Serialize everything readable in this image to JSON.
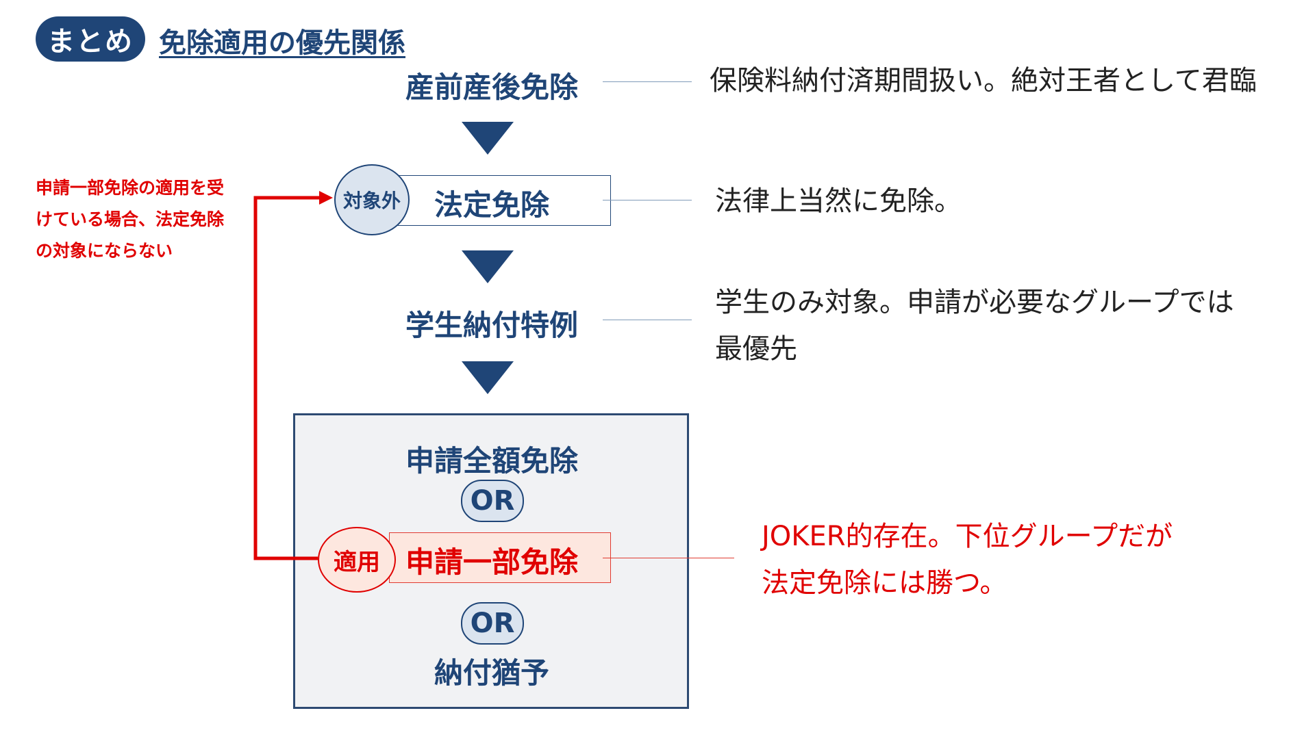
{
  "header": {
    "badge": "まとめ",
    "title": "免除適用の優先関係"
  },
  "levels": {
    "maternity": {
      "label": "産前産後免除",
      "description": "保険料納付済期間扱い。絶対王者として君臨"
    },
    "legal": {
      "label": "法定免除",
      "badge": "対象外",
      "description": "法律上当然に免除。"
    },
    "student": {
      "label": "学生納付特例",
      "description_lines": [
        "学生のみ対象。申請が必要なグループでは",
        "最優先"
      ]
    },
    "application_group": {
      "full": "申請全額免除",
      "or1": "OR",
      "partial": {
        "label": "申請一部免除",
        "badge": "適用",
        "description_lines": [
          "JOKER的存在。下位グループだが",
          "法定免除には勝つ。"
        ]
      },
      "or2": "OR",
      "deferral": "納付猶予"
    }
  },
  "note": {
    "lines": [
      "申請一部免除の適用を受",
      "けている場合、法定免除",
      "の対象にならない"
    ]
  },
  "colors": {
    "navy": "#1f4577",
    "red": "#e00000",
    "pale_blue": "#dbe4ef",
    "pale_red": "#fde7df",
    "group_bg": "#f1f2f4"
  },
  "icons": [
    "down-triangle-icon",
    "red-arrow-icon"
  ]
}
